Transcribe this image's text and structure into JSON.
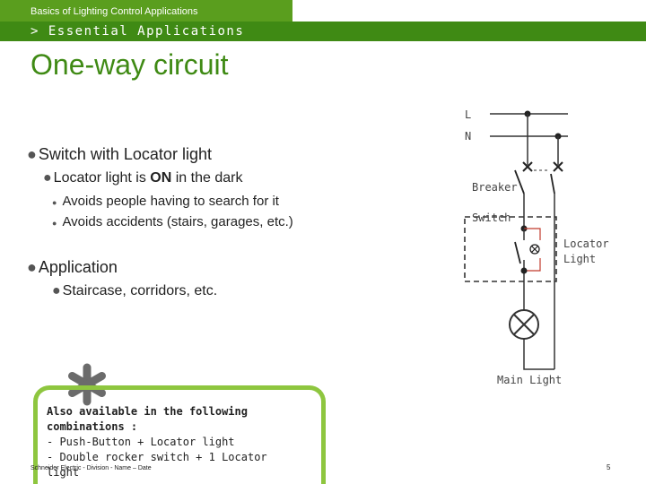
{
  "header": {
    "deck_title": "Basics of Lighting Control Applications",
    "section": "> Essential Applications"
  },
  "slide": {
    "title": "One-way circuit"
  },
  "bullets": {
    "b1": "Switch with Locator light",
    "b1_1_pre": "Locator light is ",
    "b1_1_bold": "ON",
    "b1_1_post": " in the dark",
    "b1_1_1": "Avoids people having to search for it",
    "b1_1_2": "Avoids accidents (stairs, garages, etc.)",
    "b2": "Application",
    "b2_1": "Staircase, corridors, etc."
  },
  "diagram": {
    "line_l": "L",
    "line_n": "N",
    "breaker": "Breaker",
    "switch": "Switch",
    "locator_line1": "Locator",
    "locator_line2": "Light",
    "main_light": "Main Light",
    "accent_color": "#c0392b"
  },
  "callout": {
    "line1": "Also available in the following",
    "line2": "combinations :",
    "line3": "- Push-Button + Locator light",
    "line4": "- Double rocker switch + 1 Locator",
    "line5": "light",
    "border_color": "#8ec63f"
  },
  "footer": {
    "text": "Schneider Electric - Division - Name – Date",
    "page": "5"
  },
  "colors": {
    "brand_green": "#3f8a14",
    "brand_green_light": "#5a9e1e"
  }
}
